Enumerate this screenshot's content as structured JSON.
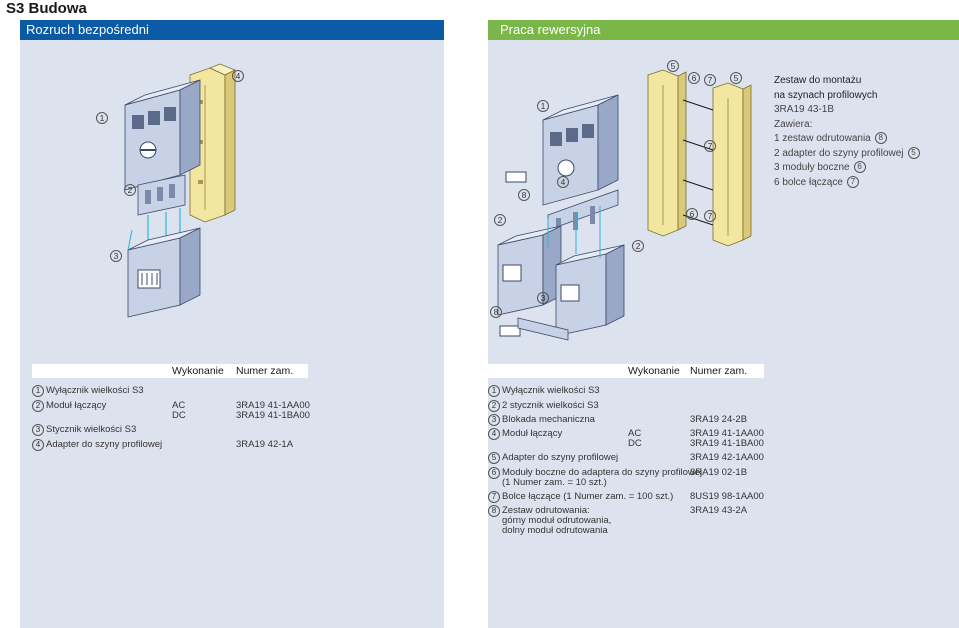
{
  "page_title": "S3 Budowa",
  "left_section_title": "Rozruch bezpośredni",
  "right_section_title": "Praca rewersyjna",
  "diagram_callouts_left": [
    "1",
    "2",
    "3",
    "4"
  ],
  "diagram_callouts_right": [
    "1",
    "2",
    "3",
    "4",
    "5",
    "6",
    "7",
    "8"
  ],
  "kit": {
    "title1": "Zestaw do montażu",
    "title2": "na szynach profilowych",
    "code": "3RA19 43-1B",
    "contains": "Zawiera:",
    "items": [
      {
        "text": "1 zestaw odrutowania",
        "ref": "8"
      },
      {
        "text": "2 adapter do szyny profilowej",
        "ref": "5"
      },
      {
        "text": "3 moduły boczne",
        "ref": "6"
      },
      {
        "text": "6 bolce łączące",
        "ref": "7"
      }
    ]
  },
  "table_headers": {
    "variant": "Wykonanie",
    "order": "Numer zam."
  },
  "left_table": [
    {
      "num": "1",
      "label": "Wyłącznik wielkości S3",
      "variant": "",
      "order": ""
    },
    {
      "num": "2",
      "label": "Moduł łączący",
      "variant": "AC",
      "order": "3RA19 41-1AA00"
    },
    {
      "num": "",
      "label": "",
      "variant": "DC",
      "order": "3RA19 41-1BA00"
    },
    {
      "num": "3",
      "label": "Stycznik wielkości S3",
      "variant": "",
      "order": ""
    },
    {
      "num": "4",
      "label": "Adapter do szyny profilowej",
      "variant": "",
      "order": "3RA19 42-1A"
    }
  ],
  "right_table": [
    {
      "num": "1",
      "label": "Wyłącznik wielkości S3",
      "variant": "",
      "order": ""
    },
    {
      "num": "2",
      "label": "2 stycznik wielkości S3",
      "variant": "",
      "order": ""
    },
    {
      "num": "3",
      "label": "Blokada mechaniczna",
      "variant": "",
      "order": "3RA19 24-2B"
    },
    {
      "num": "4",
      "label": "Moduł łączący",
      "variant": "AC",
      "order": "3RA19 41-1AA00"
    },
    {
      "num": "",
      "label": "",
      "variant": "DC",
      "order": "3RA19 41-1BA00"
    },
    {
      "num": "5",
      "label": "Adapter do szyny profilowej",
      "variant": "",
      "order": "3RA19 42-1AA00"
    },
    {
      "num": "6",
      "label": "Moduły boczne do adaptera do szyny profilowej",
      "variant": "",
      "order": "3RA19 02-1B"
    },
    {
      "num": "",
      "label": "(1 Numer zam. = 10 szt.)",
      "variant": "",
      "order": ""
    },
    {
      "num": "7",
      "label": "Bolce łączące (1 Numer zam. = 100 szt.)",
      "variant": "",
      "order": "8US19 98-1AA00"
    },
    {
      "num": "8",
      "label": "Zestaw odrutowania:",
      "variant": "",
      "order": "3RA19 43-2A"
    },
    {
      "num": "",
      "label": "górny moduł odrutowania,",
      "variant": "",
      "order": ""
    },
    {
      "num": "",
      "label": "dolny moduł odrutowania",
      "variant": "",
      "order": ""
    }
  ]
}
